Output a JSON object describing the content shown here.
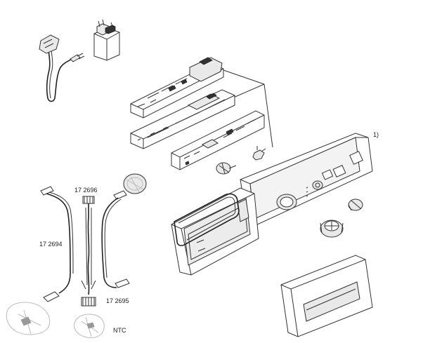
{
  "labels": {
    "ref_1": "1)",
    "part_2696": "17 2696",
    "part_2694": "17 2694",
    "part_2695": "17 2695",
    "ntc": "NTC"
  }
}
